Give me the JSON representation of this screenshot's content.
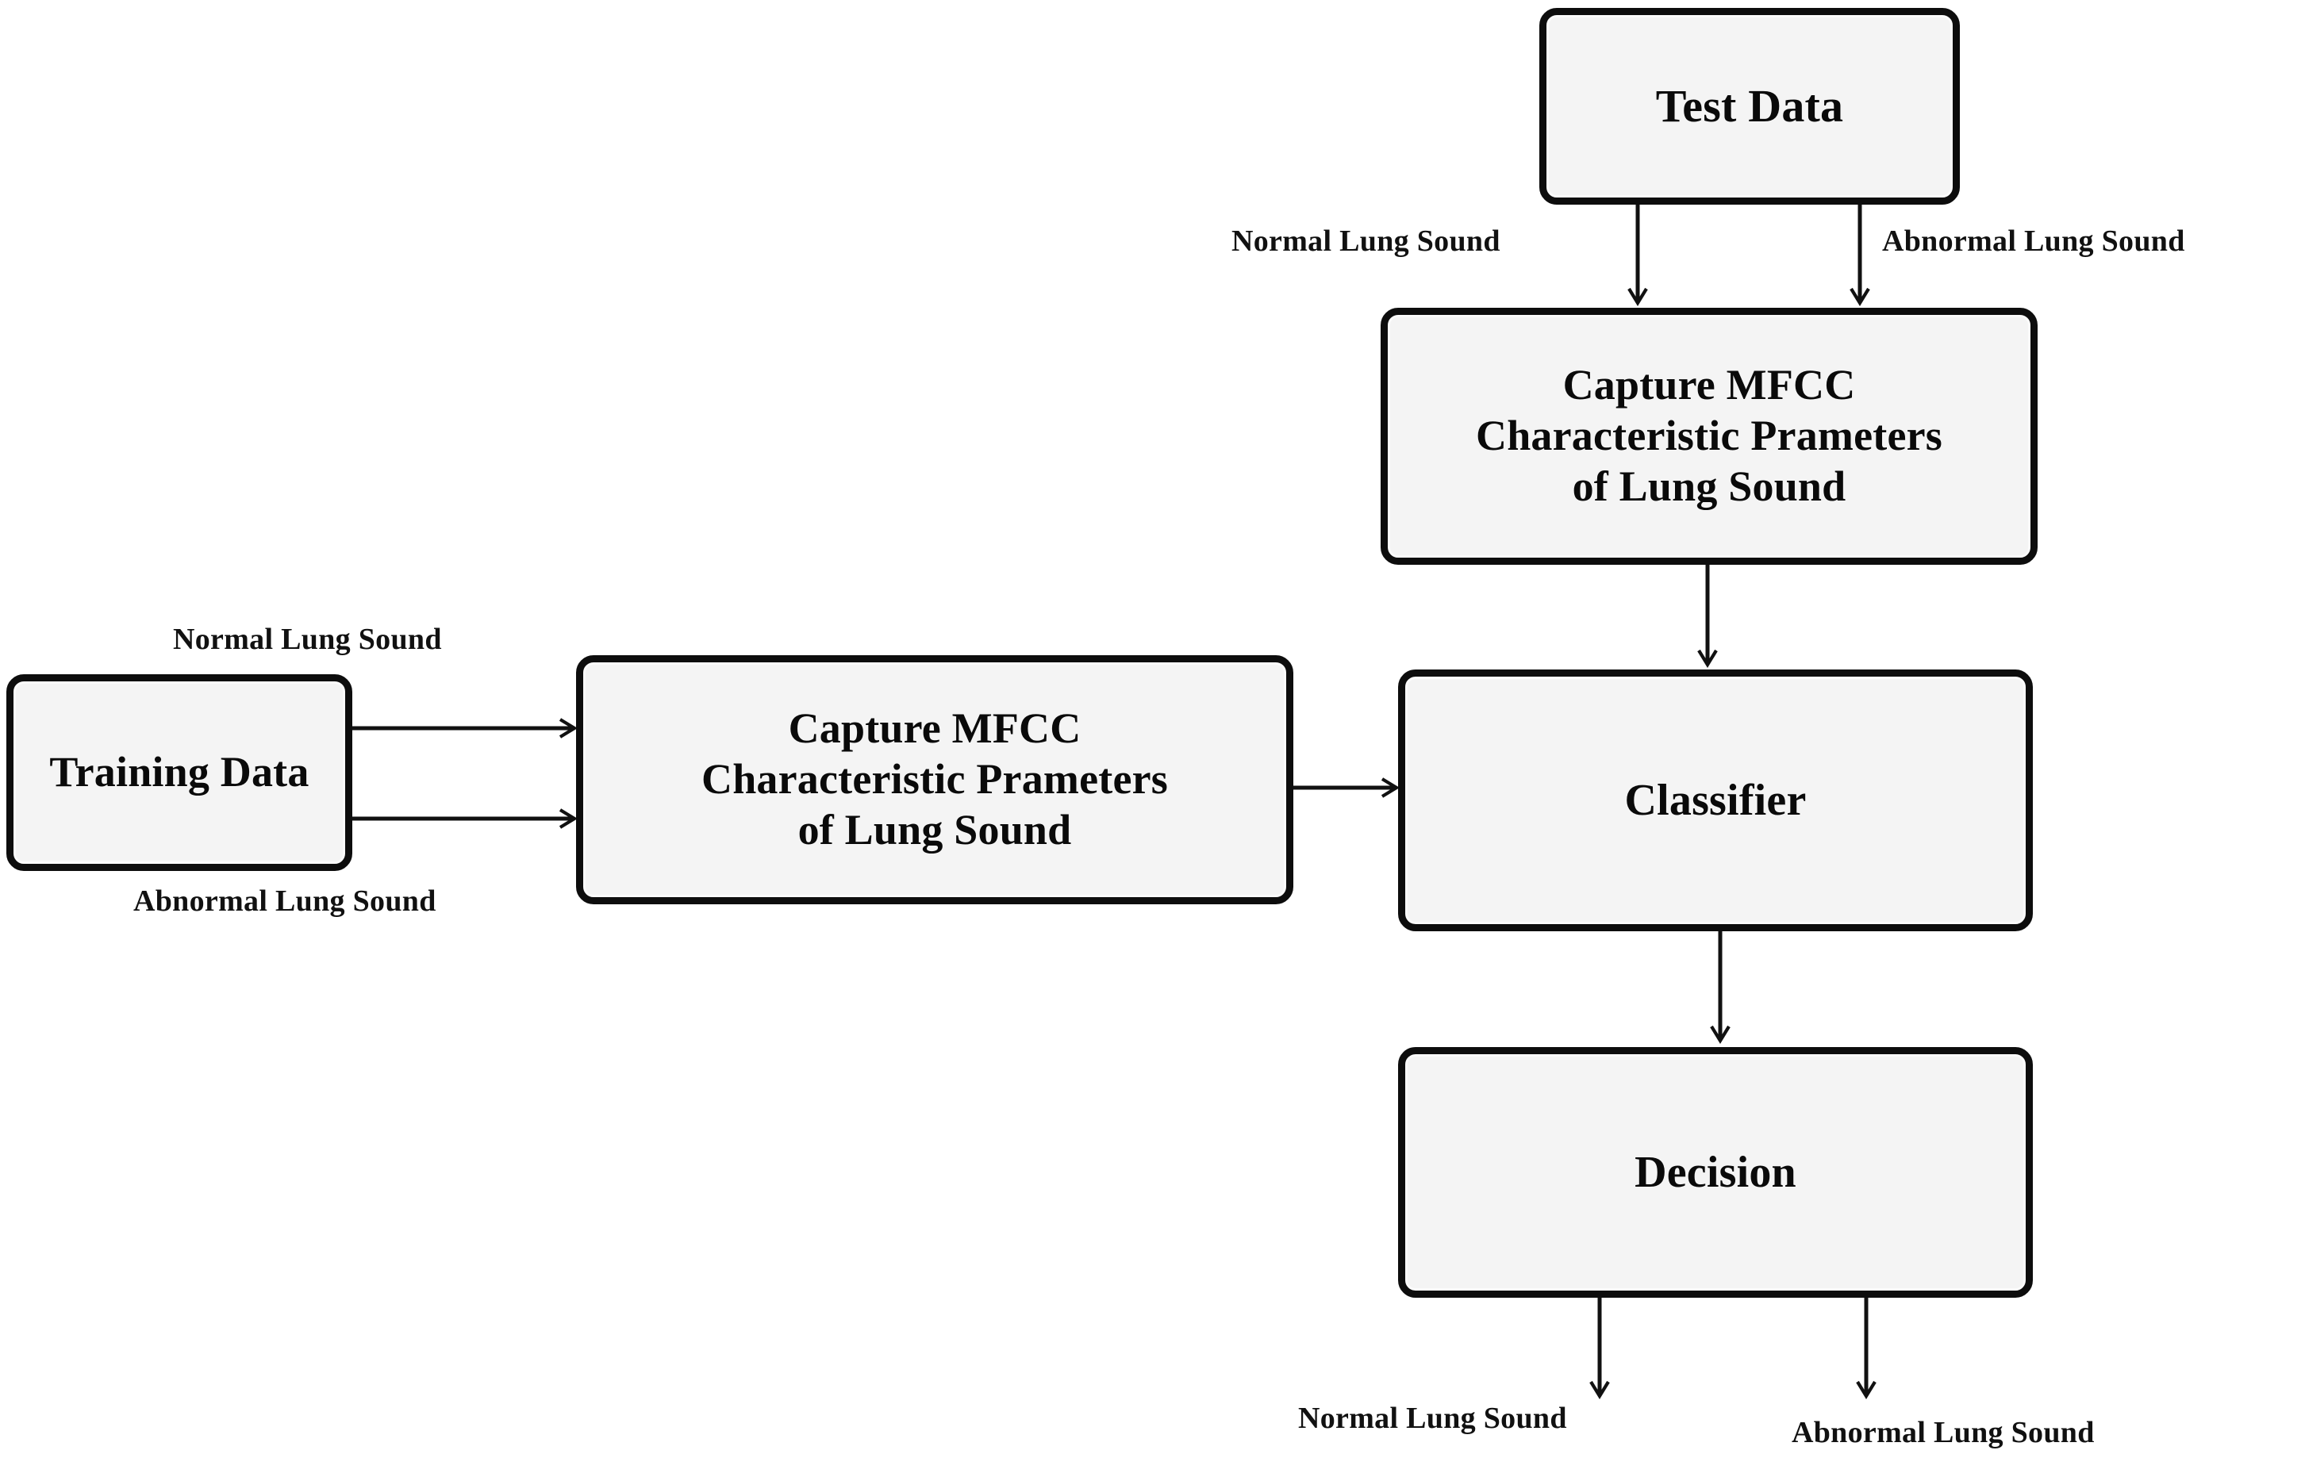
{
  "diagram": {
    "title": "Lung Sound Classification Flowchart",
    "background_color": "#ffffff",
    "node_fill": "#f4f4f4",
    "node_stroke": "#0d0d0d",
    "text_color": "#0a0a0a",
    "nodes": [
      {
        "id": "test-data",
        "label": "Test Data",
        "font_size": 58
      },
      {
        "id": "mfcc-test",
        "label": "Capture MFCC\nCharacteristic Prameters\nof Lung Sound",
        "font_size": 54
      },
      {
        "id": "training-data",
        "label": "Training Data",
        "font_size": 54
      },
      {
        "id": "mfcc-train",
        "label": "Capture MFCC\nCharacteristic Prameters\nof Lung Sound",
        "font_size": 54
      },
      {
        "id": "classifier",
        "label": "Classifier",
        "font_size": 56
      },
      {
        "id": "decision",
        "label": "Decision",
        "font_size": 56
      }
    ],
    "edge_labels": [
      {
        "id": "test-normal",
        "text": "Normal Lung Sound"
      },
      {
        "id": "test-abnormal",
        "text": "Abnormal Lung Sound"
      },
      {
        "id": "train-normal",
        "text": "Normal Lung Sound"
      },
      {
        "id": "train-abnormal",
        "text": "Abnormal Lung Sound"
      },
      {
        "id": "output-normal",
        "text": "Normal Lung Sound"
      },
      {
        "id": "output-abnormal",
        "text": "Abnormal Lung Sound"
      }
    ]
  }
}
